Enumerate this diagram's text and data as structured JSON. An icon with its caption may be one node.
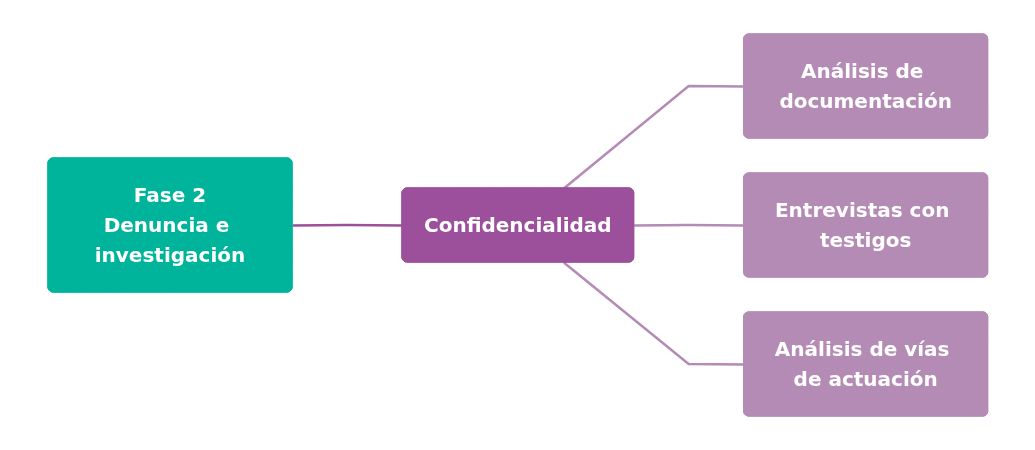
{
  "diagram": {
    "nodes": [
      {
        "text": [
          "Fase 2",
          "Denuncia e investigación"
        ]
      },
      {
        "text": [
          "Confidencialidad"
        ]
      },
      {
        "text": [
          "Análisis de documentación"
        ]
      },
      {
        "text": [
          "Entrevistas con testigos"
        ]
      },
      {
        "text": [
          "Análisis de vías de actuación"
        ]
      }
    ],
    "edges": [
      {
        "from": 0,
        "to": 1,
        "arrow": "none",
        "color": "#9c4f9a"
      },
      {
        "from": 1,
        "to": 2,
        "arrow": "none"
      },
      {
        "from": 1,
        "to": 3,
        "arrow": "none"
      },
      {
        "from": 1,
        "to": 4,
        "arrow": "none"
      }
    ]
  }
}
